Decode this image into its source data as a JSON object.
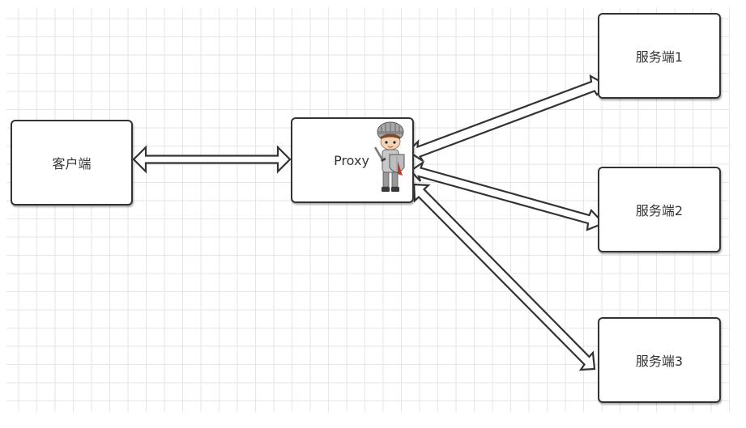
{
  "nodes": {
    "client": {
      "label": "客户端"
    },
    "proxy": {
      "label": "Proxy",
      "mascot": "knight-icon"
    },
    "server_1": {
      "label": "服务端1"
    },
    "server_2": {
      "label": "服务端2"
    },
    "server_3": {
      "label": "服务端3"
    }
  },
  "edges": [
    {
      "from": "client",
      "to": "proxy",
      "style": "hollow-double-arrow"
    },
    {
      "from": "proxy",
      "to": "server_1",
      "style": "hollow-double-arrow"
    },
    {
      "from": "proxy",
      "to": "server_2",
      "style": "hollow-double-arrow"
    },
    {
      "from": "proxy",
      "to": "server_3",
      "style": "hollow-double-arrow"
    }
  ],
  "colors": {
    "stroke": "#333333",
    "grid": "#e6e6e6",
    "background": "#ffffff"
  }
}
